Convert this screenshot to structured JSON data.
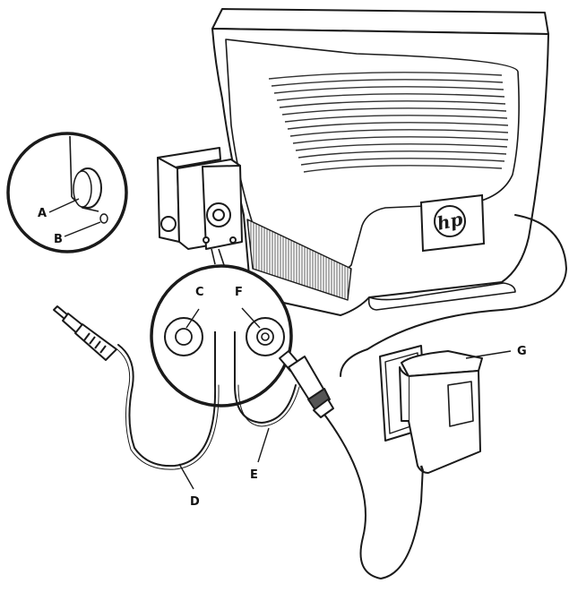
{
  "callouts": {
    "A": "A",
    "B": "B",
    "C": "C",
    "D": "D",
    "E": "E",
    "F": "F",
    "G": "G"
  },
  "logo_text": "hp",
  "colors": {
    "line": "#1a1a1a",
    "background": "#ffffff",
    "panel": "#f2f2f2"
  }
}
